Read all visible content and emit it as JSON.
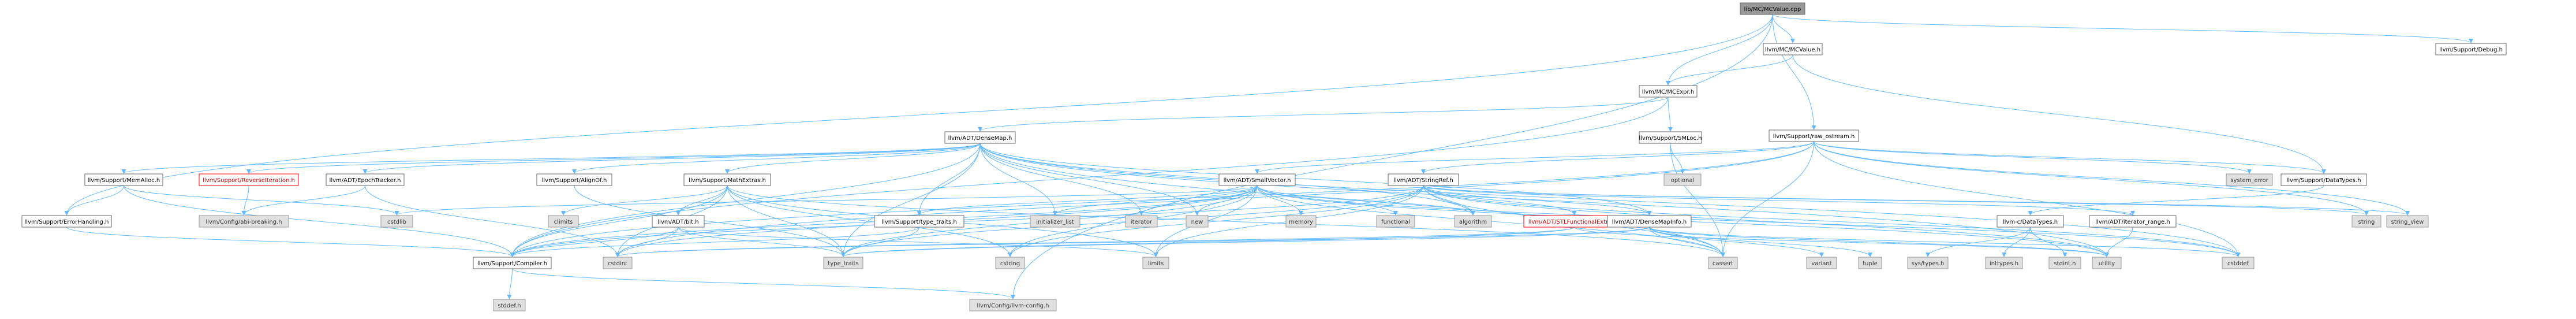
{
  "graph": {
    "edge_color": "#63b8ff",
    "nodes": [
      {
        "id": "root",
        "label": "lib/MC/MCValue.cpp",
        "kind": "root"
      },
      {
        "id": "mcvalue",
        "label": "llvm/MC/MCValue.h",
        "kind": "inc"
      },
      {
        "id": "debug",
        "label": "llvm/Support/Debug.h",
        "kind": "inc"
      },
      {
        "id": "mcexpr",
        "label": "llvm/MC/MCExpr.h",
        "kind": "inc"
      },
      {
        "id": "rawostream",
        "label": "llvm/Support/raw_ostream.h",
        "kind": "inc"
      },
      {
        "id": "densemap",
        "label": "llvm/ADT/DenseMap.h",
        "kind": "inc"
      },
      {
        "id": "smloc",
        "label": "llvm/Support/SMLoc.h",
        "kind": "inc"
      },
      {
        "id": "smallvector",
        "label": "llvm/ADT/SmallVector.h",
        "kind": "inc"
      },
      {
        "id": "stringref",
        "label": "llvm/ADT/StringRef.h",
        "kind": "inc"
      },
      {
        "id": "optional",
        "label": "optional",
        "kind": "std"
      },
      {
        "id": "systemerror",
        "label": "system_error",
        "kind": "std"
      },
      {
        "id": "datatypes",
        "label": "llvm/Support/DataTypes.h",
        "kind": "inc"
      },
      {
        "id": "memalloc",
        "label": "llvm/Support/MemAlloc.h",
        "kind": "inc"
      },
      {
        "id": "reverseiter",
        "label": "llvm/Support/ReverseIteration.h",
        "kind": "bad"
      },
      {
        "id": "epochtracker",
        "label": "llvm/ADT/EpochTracker.h",
        "kind": "inc"
      },
      {
        "id": "alignof",
        "label": "llvm/Support/AlignOf.h",
        "kind": "inc"
      },
      {
        "id": "mathextras",
        "label": "llvm/Support/MathExtras.h",
        "kind": "inc"
      },
      {
        "id": "errorhandling",
        "label": "llvm/Support/ErrorHandling.h",
        "kind": "inc"
      },
      {
        "id": "abibreaking",
        "label": "llvm/Config/abi-breaking.h",
        "kind": "std"
      },
      {
        "id": "cstdlib",
        "label": "cstdlib",
        "kind": "std"
      },
      {
        "id": "climits",
        "label": "climits",
        "kind": "std"
      },
      {
        "id": "initlist",
        "label": "initializer_list",
        "kind": "std"
      },
      {
        "id": "iterator",
        "label": "iterator",
        "kind": "std"
      },
      {
        "id": "new",
        "label": "new",
        "kind": "std"
      },
      {
        "id": "memory",
        "label": "memory",
        "kind": "std"
      },
      {
        "id": "functional",
        "label": "functional",
        "kind": "std"
      },
      {
        "id": "algorithm",
        "label": "algorithm",
        "kind": "std"
      },
      {
        "id": "stlfunctional",
        "label": "llvm/ADT/STLFunctionalExtras.h",
        "kind": "bad"
      },
      {
        "id": "densemapinfo",
        "label": "llvm/ADT/DenseMapInfo.h",
        "kind": "inc"
      },
      {
        "id": "iterrange",
        "label": "llvm/ADT/iterator_range.h",
        "kind": "inc"
      },
      {
        "id": "string",
        "label": "string",
        "kind": "std"
      },
      {
        "id": "stringview",
        "label": "string_view",
        "kind": "std"
      },
      {
        "id": "typetraits2",
        "label": "llvm/Support/type_traits.h",
        "kind": "inc"
      },
      {
        "id": "adtbit",
        "label": "llvm/ADT/bit.h",
        "kind": "inc"
      },
      {
        "id": "cdatatypes",
        "label": "llvm-c/DataTypes.h",
        "kind": "inc"
      },
      {
        "id": "compiler",
        "label": "llvm/Support/Compiler.h",
        "kind": "inc"
      },
      {
        "id": "cstdint",
        "label": "cstdint",
        "kind": "std"
      },
      {
        "id": "typetraits",
        "label": "type_traits",
        "kind": "std"
      },
      {
        "id": "cstring",
        "label": "cstring",
        "kind": "std"
      },
      {
        "id": "limits",
        "label": "limits",
        "kind": "std"
      },
      {
        "id": "cassert",
        "label": "cassert",
        "kind": "std"
      },
      {
        "id": "variant",
        "label": "variant",
        "kind": "std"
      },
      {
        "id": "tuple",
        "label": "tuple",
        "kind": "std"
      },
      {
        "id": "systypes",
        "label": "sys/types.h",
        "kind": "std"
      },
      {
        "id": "inttypes",
        "label": "inttypes.h",
        "kind": "std"
      },
      {
        "id": "stdinth",
        "label": "stdint.h",
        "kind": "std"
      },
      {
        "id": "utility",
        "label": "utility",
        "kind": "std"
      },
      {
        "id": "cstddef",
        "label": "cstddef",
        "kind": "std"
      },
      {
        "id": "stddefh",
        "label": "stddef.h",
        "kind": "std"
      },
      {
        "id": "llvmconfig",
        "label": "llvm/Config/llvm-config.h",
        "kind": "std"
      }
    ],
    "edges": [
      [
        "root",
        "mcvalue"
      ],
      [
        "root",
        "debug"
      ],
      [
        "root",
        "mcexpr"
      ],
      [
        "root",
        "rawostream"
      ],
      [
        "root",
        "errorhandling"
      ],
      [
        "root",
        "llvmconfig"
      ],
      [
        "mcvalue",
        "mcexpr"
      ],
      [
        "mcvalue",
        "datatypes"
      ],
      [
        "mcexpr",
        "densemap"
      ],
      [
        "mcexpr",
        "smloc"
      ],
      [
        "mcexpr",
        "compiler"
      ],
      [
        "densemap",
        "memalloc"
      ],
      [
        "densemap",
        "reverseiter"
      ],
      [
        "densemap",
        "epochtracker"
      ],
      [
        "densemap",
        "alignof"
      ],
      [
        "densemap",
        "mathextras"
      ],
      [
        "densemap",
        "densemapinfo"
      ],
      [
        "densemap",
        "algorithm"
      ],
      [
        "densemap",
        "initlist"
      ],
      [
        "densemap",
        "iterator"
      ],
      [
        "densemap",
        "new"
      ],
      [
        "densemap",
        "typetraits"
      ],
      [
        "densemap",
        "utility"
      ],
      [
        "densemap",
        "cassert"
      ],
      [
        "densemap",
        "cstddef"
      ],
      [
        "densemap",
        "compiler"
      ],
      [
        "densemap",
        "typetraits2"
      ],
      [
        "smloc",
        "optional"
      ],
      [
        "smloc",
        "cassert"
      ],
      [
        "rawostream",
        "smallvector"
      ],
      [
        "rawostream",
        "stringref"
      ],
      [
        "rawostream",
        "datatypes"
      ],
      [
        "rawostream",
        "systemerror"
      ],
      [
        "rawostream",
        "string"
      ],
      [
        "rawostream",
        "stringview"
      ],
      [
        "rawostream",
        "cassert"
      ],
      [
        "rawostream",
        "cstddef"
      ],
      [
        "rawostream",
        "compiler"
      ],
      [
        "rawostream",
        "cstdint"
      ],
      [
        "smallvector",
        "compiler"
      ],
      [
        "smallvector",
        "typetraits2"
      ],
      [
        "smallvector",
        "algorithm"
      ],
      [
        "smallvector",
        "cassert"
      ],
      [
        "smallvector",
        "cstddef"
      ],
      [
        "smallvector",
        "cstdlib"
      ],
      [
        "smallvector",
        "cstring"
      ],
      [
        "smallvector",
        "functional"
      ],
      [
        "smallvector",
        "initlist"
      ],
      [
        "smallvector",
        "iterator"
      ],
      [
        "smallvector",
        "limits"
      ],
      [
        "smallvector",
        "memory"
      ],
      [
        "smallvector",
        "new"
      ],
      [
        "smallvector",
        "typetraits"
      ],
      [
        "smallvector",
        "utility"
      ],
      [
        "smallvector",
        "cstdint"
      ],
      [
        "stringref",
        "densemapinfo"
      ],
      [
        "stringref",
        "stlfunctional"
      ],
      [
        "stringref",
        "iterrange"
      ],
      [
        "stringref",
        "compiler"
      ],
      [
        "stringref",
        "algorithm"
      ],
      [
        "stringref",
        "cassert"
      ],
      [
        "stringref",
        "cstddef"
      ],
      [
        "stringref",
        "cstring"
      ],
      [
        "stringref",
        "limits"
      ],
      [
        "stringref",
        "string"
      ],
      [
        "stringref",
        "stringview"
      ],
      [
        "stringref",
        "typetraits"
      ],
      [
        "stringref",
        "utility"
      ],
      [
        "datatypes",
        "cdatatypes"
      ],
      [
        "memalloc",
        "compiler"
      ],
      [
        "memalloc",
        "errorhandling"
      ],
      [
        "memalloc",
        "cstdlib"
      ],
      [
        "reverseiter",
        "abibreaking"
      ],
      [
        "epochtracker",
        "abibreaking"
      ],
      [
        "epochtracker",
        "cstdint"
      ],
      [
        "alignof",
        "typetraits"
      ],
      [
        "mathextras",
        "adtbit"
      ],
      [
        "mathextras",
        "compiler"
      ],
      [
        "mathextras",
        "cassert"
      ],
      [
        "mathextras",
        "climits"
      ],
      [
        "mathextras",
        "cstdint"
      ],
      [
        "mathextras",
        "cstring"
      ],
      [
        "mathextras",
        "limits"
      ],
      [
        "mathextras",
        "typetraits"
      ],
      [
        "errorhandling",
        "compiler"
      ],
      [
        "stlfunctional",
        "typetraits"
      ],
      [
        "stlfunctional",
        "cstdint"
      ],
      [
        "stlfunctional",
        "utility"
      ],
      [
        "densemapinfo",
        "cassert"
      ],
      [
        "densemapinfo",
        "cstddef"
      ],
      [
        "densemapinfo",
        "cstdint"
      ],
      [
        "densemapinfo",
        "tuple"
      ],
      [
        "densemapinfo",
        "typetraits"
      ],
      [
        "densemapinfo",
        "utility"
      ],
      [
        "densemapinfo",
        "variant"
      ],
      [
        "iterrange",
        "utility"
      ],
      [
        "typetraits2",
        "compiler"
      ],
      [
        "typetraits2",
        "typetraits"
      ],
      [
        "adtbit",
        "compiler"
      ],
      [
        "adtbit",
        "cstdint"
      ],
      [
        "adtbit",
        "limits"
      ],
      [
        "adtbit",
        "typetraits"
      ],
      [
        "cdatatypes",
        "inttypes"
      ],
      [
        "cdatatypes",
        "stdinth"
      ],
      [
        "cdatatypes",
        "systypes"
      ],
      [
        "compiler",
        "llvmconfig"
      ],
      [
        "compiler",
        "stddefh"
      ]
    ]
  }
}
